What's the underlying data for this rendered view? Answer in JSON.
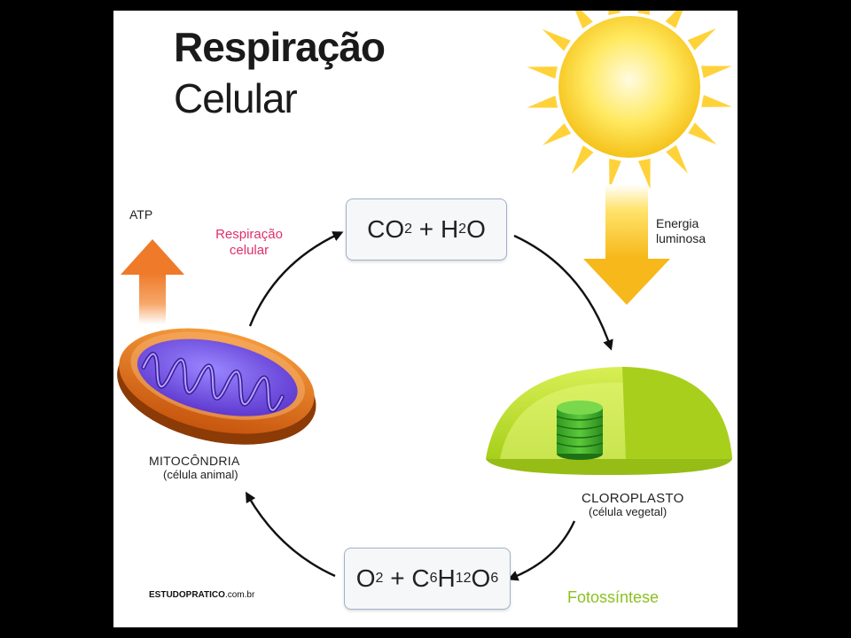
{
  "title": {
    "line1": "Respiração",
    "line2": "Celular"
  },
  "formula_top": {
    "co": "CO",
    "co_sub": "2",
    "plus": " + H",
    "h_sub": "2",
    "o": "O"
  },
  "formula_bottom": {
    "o": "O",
    "o_sub": "2",
    "plus": " + C",
    "c_sub": "6",
    "h": "H",
    "h_sub": "12",
    "o2": "O",
    "o2_sub": "6"
  },
  "labels": {
    "atp": "ATP",
    "respiration_line1": "Respiração",
    "respiration_line2": "celular",
    "energy_line1": "Energia",
    "energy_line2": "luminosa",
    "mitochondria": "MITOCÔNDRIA",
    "mitochondria_sub": "(célula animal)",
    "chloroplast": "CLOROPLASTO",
    "chloroplast_sub": "(célula vegetal)",
    "photosynthesis": "Fotossíntese",
    "brand_bold": "ESTUDOPRATICO",
    "brand_rest": ".com.br"
  },
  "icons": [
    "sun-icon",
    "energy-arrow-icon",
    "atp-arrow-icon",
    "mitochondria-icon",
    "chloroplast-icon",
    "cycle-arrow-icon"
  ],
  "colors": {
    "sun": "#ffe04a",
    "mitochondria_outer": "#e8761a",
    "mitochondria_inner": "#7b58e8",
    "chloroplast": "#b8e02a",
    "grana": "#3fb02a",
    "respiration_label": "#e0306a",
    "photosynthesis_label": "#8cc020"
  }
}
